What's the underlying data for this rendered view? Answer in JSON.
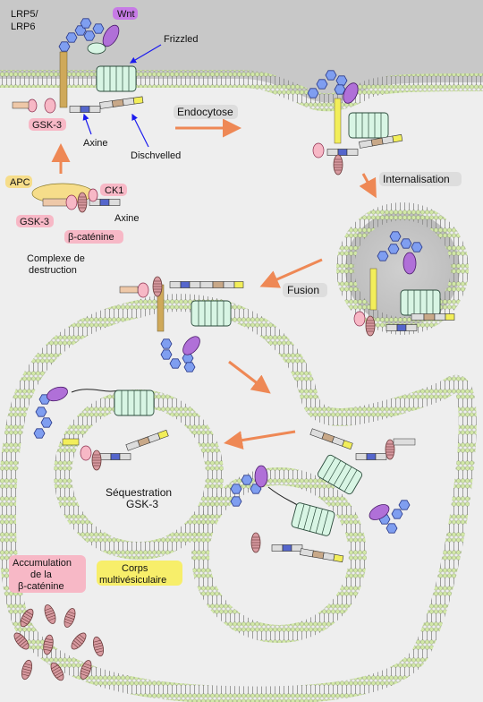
{
  "labels": {
    "lrp5_lrp6": [
      "LRP5/",
      "LRP6"
    ],
    "wnt": "Wnt",
    "frizzled": "Frizzled",
    "gsk3": "GSK-3",
    "axine": "Axine",
    "dischvelled": "Dischvelled",
    "endocytose": "Endocytose",
    "internalisation": "Internalisation",
    "apc": "APC",
    "ck1": "CK1",
    "axine_complex": "Axine",
    "gsk3_complex": "GSK-3",
    "beta_catenine": "β-caténine",
    "complexe_destruction": [
      "Complexe de",
      "destruction"
    ],
    "fusion": "Fusion",
    "sequestration": [
      "Séquestration",
      "GSK-3"
    ],
    "accumulation": [
      "Accumulation",
      "de la",
      "β-caténine"
    ],
    "corps_multivesiculaire": [
      "Corps",
      "multivésiculaire"
    ]
  },
  "colors": {
    "background": "#eeeeee",
    "extracellular": "#c8c8c8",
    "lipid_head": "#cfe5a8",
    "lipid_tail": "#777777",
    "wnt": "#b070d8",
    "frizzled": "#d8f5e4",
    "lrp_hexagon": "#7f9ef0",
    "gsk3": "#f7b8c6",
    "axine": "#5566cc",
    "dishevelled": "#c8a888",
    "beta_catenin": "#d89aa0",
    "apc": "#f6dd8a",
    "arrow": "#ee8855",
    "label_pointer": "#1a1aee",
    "yellow_tag": "#f2ee5a"
  },
  "icons": [
    "wnt-ligand-icon",
    "frizzled-receptor-icon",
    "lrp-hexagon-chain-icon",
    "gsk3-icon",
    "axine-icon",
    "beta-catenin-icon",
    "phosphate-icon",
    "vesicle-icon",
    "arrow-icon"
  ]
}
